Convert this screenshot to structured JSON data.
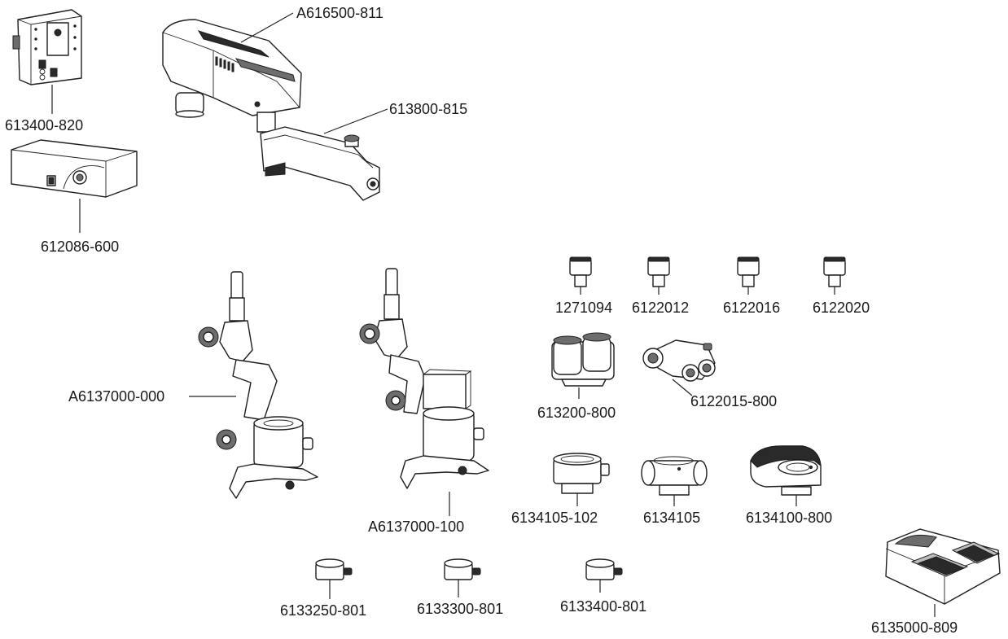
{
  "labels": {
    "power_supply_box": "613400-820",
    "light_source": "612086-600",
    "wall_arm": "A616500-811",
    "extension_arm": "613800-815",
    "microscope_head_a": "A6137000-000",
    "microscope_head_b": "A6137000-100",
    "eyepiece_1": "1271094",
    "eyepiece_2": "6122012",
    "eyepiece_3": "6122016",
    "eyepiece_4": "6122020",
    "binocular_tube": "613200-800",
    "inclinable_binocular": "6122015-800",
    "beam_splitter_a": "6134105-102",
    "beam_splitter_b": "6134105",
    "camera_module": "6134100-800",
    "adapter_1": "6133250-801",
    "adapter_2": "6133300-801",
    "adapter_3": "6133400-801",
    "foot_pedal": "6135000-809"
  }
}
